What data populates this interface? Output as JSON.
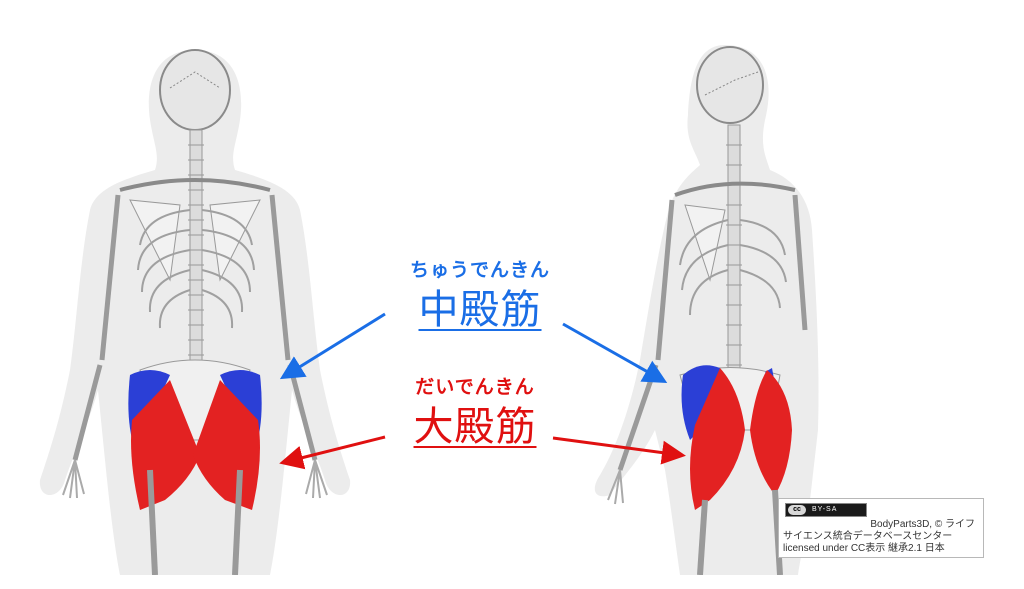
{
  "diagram": {
    "subject": "Gluteal muscles, posterior view",
    "colors": {
      "gluteus_medius": "#2b3fd6",
      "gluteus_maximus": "#e32222",
      "medius_label": "#1a6ee6",
      "maximus_label": "#e01010",
      "body_silhouette": "#ececec",
      "bone": "#f4f4f4",
      "bone_outline": "#9a9a9a"
    },
    "figures": [
      {
        "id": "back-view",
        "description": "Skeleton, back view"
      },
      {
        "id": "oblique-view",
        "description": "Skeleton, oblique back view"
      }
    ]
  },
  "labels": {
    "medius": {
      "reading": "ちゅうでんきん",
      "kanji": "中殿筋"
    },
    "maximus": {
      "reading": "だいでんきん",
      "kanji": "大殿筋"
    }
  },
  "credit": {
    "badge_cc": "cc",
    "badge_license": "BY-SA",
    "line1": "BodyParts3D, © ライフ",
    "line2": "サイエンス統合データベースセンター",
    "line3": "licensed under CC表示 継承2.1 日本"
  }
}
